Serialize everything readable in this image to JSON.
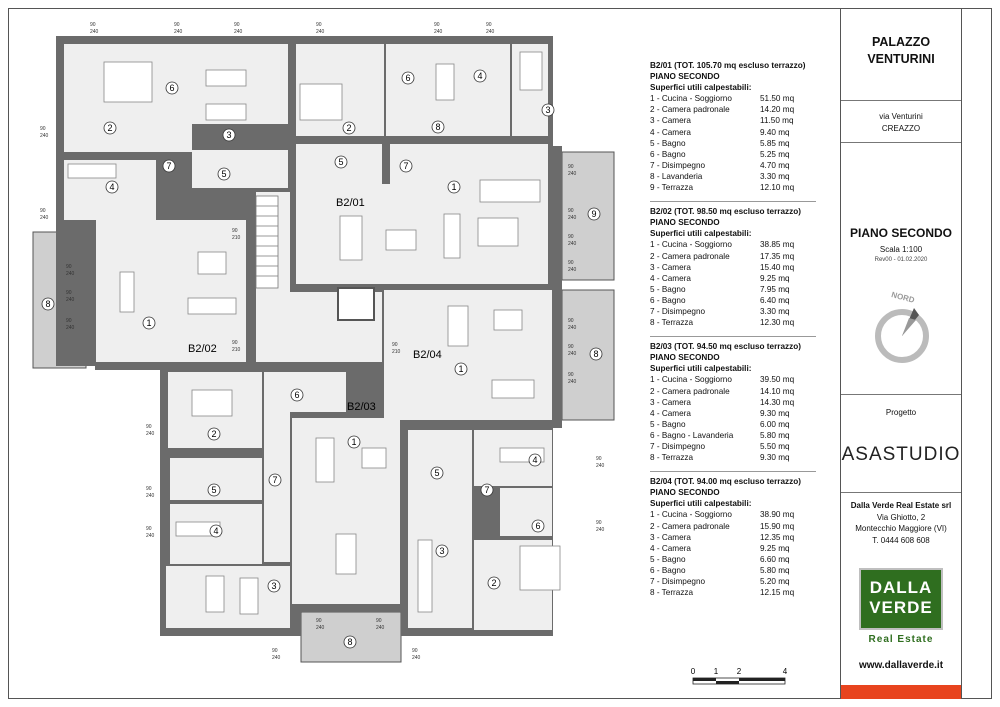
{
  "header": {
    "building_name_line1": "PALAZZO",
    "building_name_line2": "VENTURINI",
    "address_line1": "via Venturini",
    "address_line2": "CREAZZO",
    "floor_title": "PIANO SECONDO",
    "scale": "Scala 1:100",
    "revision": "Rev00 - 01.02.2020",
    "compass_label": "NORD",
    "project_label": "Progetto",
    "studio": "ASASTUDIO"
  },
  "client": {
    "name": "Dalla Verde Real Estate srl",
    "street": "Via Ghiotto, 2",
    "city": "Montecchio Maggiore (VI)",
    "phone": "T. 0444 608 608",
    "logo_line1": "DALLA",
    "logo_line2": "VERDE",
    "logo_sub": "Real Estate",
    "website": "www.dallaverde.it"
  },
  "units": [
    {
      "title": "B2/01 (TOT. 105.70 mq escluso terrazzo)",
      "floor": "PIANO SECONDO",
      "surfaces_label": "Superfici utili calpestabili:",
      "rooms": [
        {
          "name": "1 - Cucina - Soggiorno",
          "area": "51.50 mq"
        },
        {
          "name": "2 - Camera padronale",
          "area": "14.20 mq"
        },
        {
          "name": "3 - Camera",
          "area": "11.50 mq"
        },
        {
          "name": "4 - Camera",
          "area": "9.40 mq"
        },
        {
          "name": "5 - Bagno",
          "area": "5.85 mq"
        },
        {
          "name": "6 - Bagno",
          "area": "5.25 mq"
        },
        {
          "name": "7 - Disimpegno",
          "area": "4.70 mq"
        },
        {
          "name": "8 - Lavanderia",
          "area": "3.30 mq"
        },
        {
          "name": "9 - Terrazza",
          "area": "12.10 mq"
        }
      ]
    },
    {
      "title": "B2/02 (TOT. 98.50 mq escluso terrazzo)",
      "floor": "PIANO SECONDO",
      "surfaces_label": "Superfici utili calpestabili:",
      "rooms": [
        {
          "name": "1 - Cucina - Soggiorno",
          "area": "38.85 mq"
        },
        {
          "name": "2 - Camera padronale",
          "area": "17.35 mq"
        },
        {
          "name": "3 - Camera",
          "area": "15.40 mq"
        },
        {
          "name": "4 - Camera",
          "area": "9.25 mq"
        },
        {
          "name": "5 - Bagno",
          "area": "7.95 mq"
        },
        {
          "name": "6 - Bagno",
          "area": "6.40 mq"
        },
        {
          "name": "7 - Disimpegno",
          "area": "3.30 mq"
        },
        {
          "name": "8 - Terrazza",
          "area": "12.30 mq"
        }
      ]
    },
    {
      "title": "B2/03 (TOT. 94.50 mq escluso terrazzo)",
      "floor": "PIANO SECONDO",
      "surfaces_label": "Superfici utili calpestabili:",
      "rooms": [
        {
          "name": "1 - Cucina - Soggiorno",
          "area": "39.50 mq"
        },
        {
          "name": "2 - Camera padronale",
          "area": "14.10 mq"
        },
        {
          "name": "3 - Camera",
          "area": "14.30 mq"
        },
        {
          "name": "4 - Camera",
          "area": "9.30 mq"
        },
        {
          "name": "5 - Bagno",
          "area": "6.00 mq"
        },
        {
          "name": "6 - Bagno - Lavanderia",
          "area": "5.80 mq"
        },
        {
          "name": "7 - Disimpegno",
          "area": "5.50 mq"
        },
        {
          "name": "8 - Terrazza",
          "area": "9.30 mq"
        }
      ]
    },
    {
      "title": "B2/04 (TOT. 94.00 mq escluso terrazzo)",
      "floor": "PIANO SECONDO",
      "surfaces_label": "Superfici utili calpestabili:",
      "rooms": [
        {
          "name": "1 - Cucina - Soggiorno",
          "area": "38.90 mq"
        },
        {
          "name": "2 - Camera padronale",
          "area": "15.90 mq"
        },
        {
          "name": "3 - Camera",
          "area": "12.35 mq"
        },
        {
          "name": "4 - Camera",
          "area": "9.25 mq"
        },
        {
          "name": "5 - Bagno",
          "area": "6.60 mq"
        },
        {
          "name": "6 - Bagno",
          "area": "5.80 mq"
        },
        {
          "name": "7 - Disimpegno",
          "area": "5.20 mq"
        },
        {
          "name": "8 - Terrazza",
          "area": "12.15 mq"
        }
      ]
    }
  ],
  "scalebar": {
    "ticks": [
      "0",
      "1",
      "2",
      "4"
    ]
  },
  "plan": {
    "unit_labels": [
      "B2/01",
      "B2/02",
      "B2/03",
      "B2/04"
    ],
    "window_dims": [
      "90",
      "240"
    ],
    "door_dims": [
      "90",
      "210"
    ],
    "room_numbers": [
      "1",
      "2",
      "3",
      "4",
      "5",
      "6",
      "7",
      "8",
      "9"
    ]
  },
  "colors": {
    "wall": "#6b6b6b",
    "floor": "#efefef",
    "terrace": "#cfcfcf",
    "logo_green": "#2f6e1f",
    "accent_red": "#e8441e"
  }
}
